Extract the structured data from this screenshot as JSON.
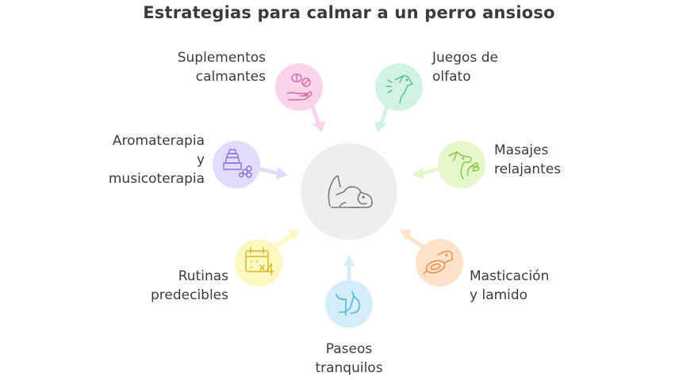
{
  "title": "Estrategias para calmar a un perro ansioso",
  "colors": {
    "center": "#eeeeee",
    "suplementos": "#fbd3ea",
    "juegos": "#d2f3e3",
    "aromaterapia": "#e2dbfa",
    "masajes": "#e6f8cb",
    "rutinas": "#fdf7c0",
    "masticacion": "#fde1c8",
    "paseos": "#d4eef9"
  },
  "items": [
    {
      "id": "suplementos",
      "label": "Suplementos\ncalmantes",
      "icon": "pills-hand-icon"
    },
    {
      "id": "juegos",
      "label": "Juegos de\nolfato",
      "icon": "dog-sniff-icon"
    },
    {
      "id": "aromaterapia",
      "label": "Aromaterapia\ny\nmusicoterapia",
      "icon": "diffuser-icon"
    },
    {
      "id": "masajes",
      "label": "Masajes\nrelajantes",
      "icon": "dog-massage-icon"
    },
    {
      "id": "rutinas",
      "label": "Rutinas\npredecibles",
      "icon": "calendar-repeat-icon"
    },
    {
      "id": "masticacion",
      "label": "Masticación\ny lamido",
      "icon": "dog-chew-icon"
    },
    {
      "id": "paseos",
      "label": "Paseos\ntranquilos",
      "icon": "walk-path-icon"
    }
  ],
  "center": {
    "icon": "resting-dog-icon"
  }
}
